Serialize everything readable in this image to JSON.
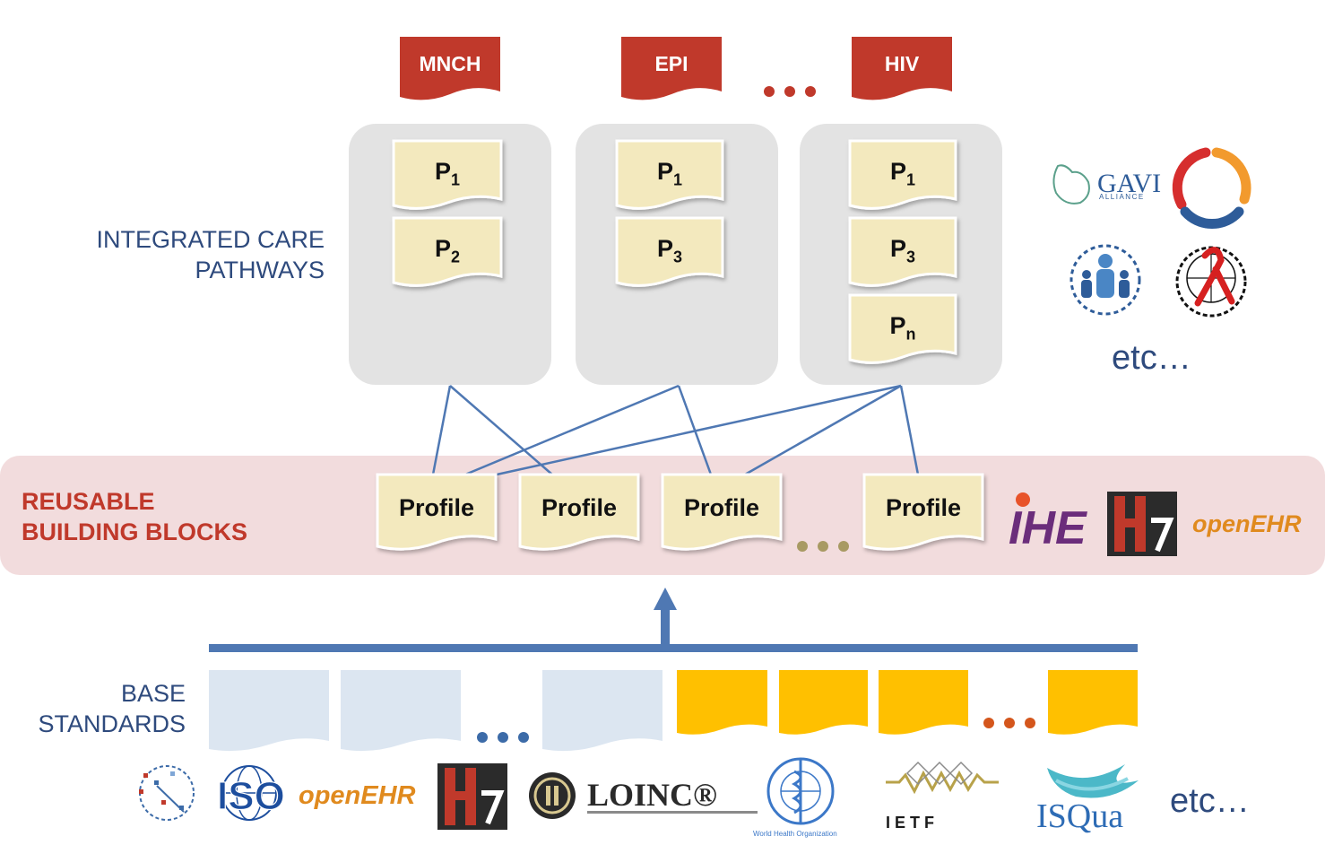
{
  "programs": [
    {
      "label": "MNCH",
      "pathways": [
        "P1",
        "P2"
      ]
    },
    {
      "label": "EPI",
      "pathways": [
        "P1",
        "P3"
      ]
    },
    {
      "label": "HIV",
      "pathways": [
        "P1",
        "P3",
        "Pn"
      ]
    }
  ],
  "pathway_cards": {
    "letter": "P",
    "subscripts": {
      "mnch": [
        "1",
        "2"
      ],
      "epi": [
        "1",
        "3"
      ],
      "hiv": [
        "1",
        "3",
        "n"
      ]
    }
  },
  "labels": {
    "integrated_care": [
      "INTEGRATED CARE",
      "PATHWAYS"
    ],
    "building_blocks": [
      "REUSABLE",
      "BUILDING BLOCKS"
    ],
    "base_standards": [
      "BASE",
      "STANDARDS"
    ]
  },
  "profiles": [
    "Profile",
    "Profile",
    "Profile",
    "Profile"
  ],
  "etc_text": "etc…",
  "logos": {
    "top_right": [
      "GAVI",
      "ALLIANCE"
    ],
    "building_blocks": [
      "IHE",
      "openEHR"
    ],
    "base": [
      "ISO",
      "openEHR",
      "LOINC®",
      "World Health Organization",
      "I E T F",
      "ISQua"
    ]
  },
  "colors": {
    "program_red": "#C0392B",
    "card_gray": "#E3E3E3",
    "card_yellow": "#F3E9BE",
    "band_pink": "#F2DCDD",
    "connector_blue": "#4F78B3",
    "doc_lightblue": "#DCE6F1",
    "doc_gold": "#FFC000",
    "dots_navy": "#3C6BA8",
    "dots_tan": "#A89A63",
    "dots_orange": "#D4561C"
  }
}
